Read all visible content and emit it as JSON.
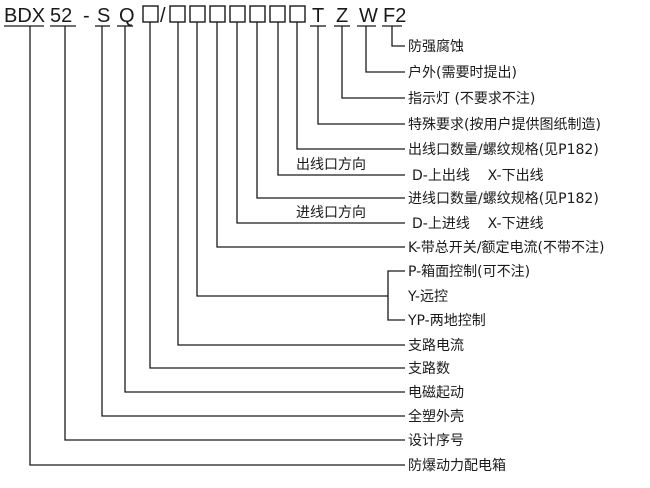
{
  "code": {
    "parts": [
      "BDX",
      "52",
      "-",
      "S",
      "Q"
    ],
    "slash": "/",
    "suffix": [
      "T",
      "Z",
      "W",
      "F2"
    ]
  },
  "labels": {
    "l1": "防强腐蚀",
    "l2": "户外(需要时提出)",
    "l3": "指示灯 (不要求不注)",
    "l4": "特殊要求(按用户提供图纸制造)",
    "l5": "出线口数量/螺纹规格(见P182)",
    "l6_head": "出线口方向",
    "l6": "D-上出线    X-下出线",
    "l7": "进线口数量/螺纹规格(见P182)",
    "l8_head": "进线口方向",
    "l8": "D-上进线    X-下进线",
    "l9": "K-带总开关/额定电流(不带不注)",
    "l10a": "P-箱面控制(可不注)",
    "l10b": "Y-远控",
    "l10c": "YP-两地控制",
    "l11": "支路电流",
    "l12": "支路数",
    "l13": "电磁起动",
    "l14": "全塑外壳",
    "l15": "设计序号",
    "l16": "防爆动力配电箱"
  }
}
